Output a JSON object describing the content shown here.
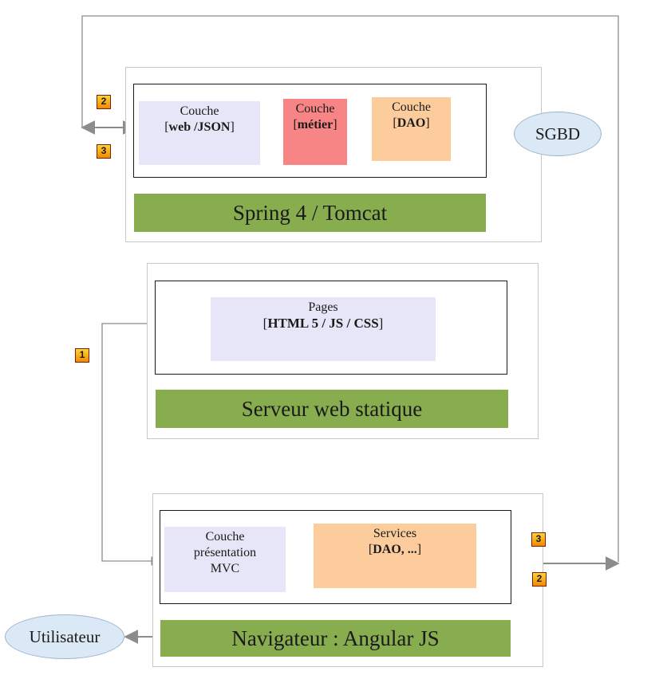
{
  "spring_block": {
    "web_layer": {
      "line1": "Couche",
      "line2_open": "[",
      "line2_bold": "web /JSON",
      "line2_close": "]"
    },
    "metier_layer": {
      "line1": "Couche",
      "line2_open": "[",
      "line2_bold": "métier",
      "line2_close": "]"
    },
    "dao_layer": {
      "line1": "Couche",
      "line2_open": "[",
      "line2_bold": "DAO",
      "line2_close": "]"
    },
    "banner": "Spring 4 / Tomcat"
  },
  "sgbd": "SGBD",
  "static_block": {
    "pages": {
      "line1": "Pages",
      "line2_open": "[",
      "line2_bold": "HTML 5 / JS / CSS",
      "line2_close": "]"
    },
    "banner": "Serveur web statique"
  },
  "browser_block": {
    "presentation_layer": {
      "line1": "Couche",
      "line2": "présentation",
      "line3": "MVC"
    },
    "services": {
      "line1": "Services",
      "line2_open": "[",
      "line2_bold": "DAO, ...",
      "line2_close": "]"
    },
    "banner": "Navigateur : Angular JS"
  },
  "user": "Utilisateur",
  "badges": {
    "step1": "1",
    "step2_top": "2",
    "step3_top": "3",
    "step3_bottom": "3",
    "step2_bottom": "2"
  },
  "colors": {
    "green_banner": "#88ad4e",
    "lavender": "#e6e6f8",
    "red_layer": "#f78586",
    "peach_layer": "#fdcc9c",
    "oval": "#dbe9f6",
    "arrow": "#8c8c8c"
  }
}
